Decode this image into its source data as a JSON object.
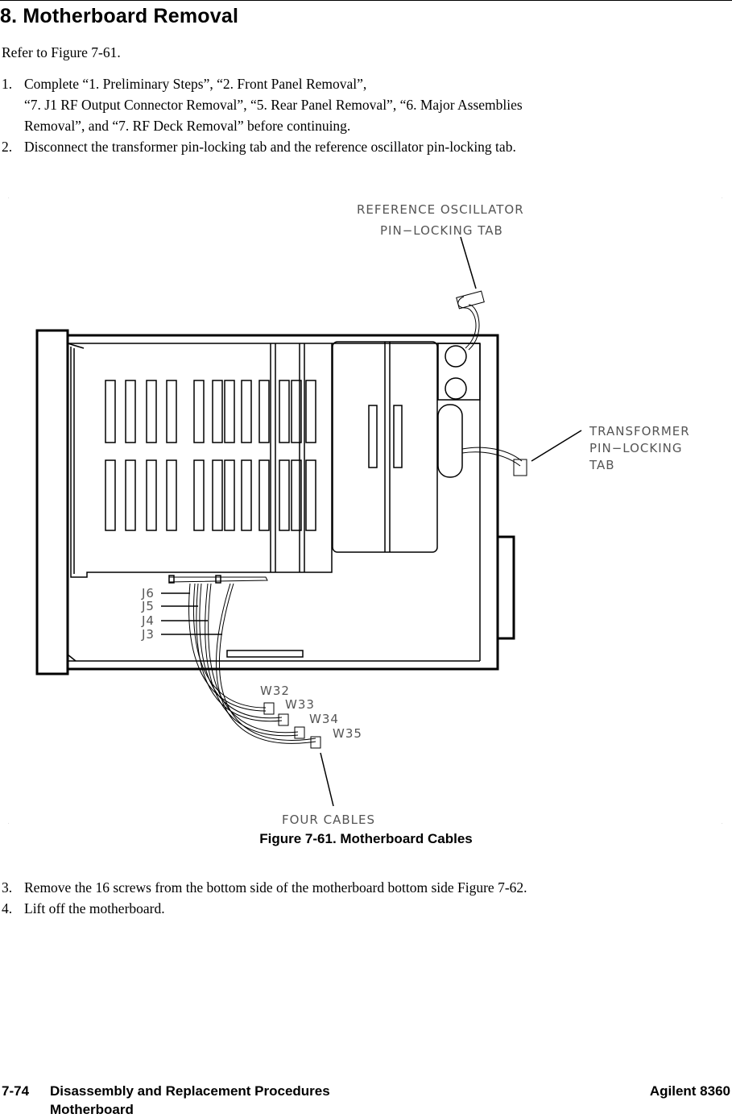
{
  "heading": "8. Motherboard Removal",
  "intro": "Refer to Figure 7-61.",
  "steps_before": [
    {
      "num": "1.",
      "lines": [
        "Complete “1. Preliminary Steps”, “2. Front Panel Removal”,",
        "“7. J1 RF Output Connector Removal”, “5. Rear Panel Removal”, “6. Major Assemblies",
        "Removal”, and “7. RF Deck Removal” before continuing."
      ]
    },
    {
      "num": "2.",
      "lines": [
        "Disconnect the transformer pin-locking tab and the reference oscillator pin-locking tab."
      ]
    }
  ],
  "figure": {
    "callouts": {
      "ref_osc_line1": "REFERENCE  OSCILLATOR",
      "ref_osc_line2": "PIN−LOCKING  TAB",
      "transformer_line1": "TRANSFORMER",
      "transformer_line2": "PIN−LOCKING",
      "transformer_line3": "TAB",
      "four_cables": "FOUR  CABLES"
    },
    "connectors": [
      "J6",
      "J5",
      "J4",
      "J3"
    ],
    "cables": [
      "W32",
      "W33",
      "W34",
      "W35"
    ],
    "caption": "Figure 7-61. Motherboard Cables"
  },
  "steps_after": [
    {
      "num": "3.",
      "lines": [
        "Remove the 16 screws from the bottom side of the motherboard bottom side Figure 7-62."
      ]
    },
    {
      "num": "4.",
      "lines": [
        "Lift off the motherboard."
      ]
    }
  ],
  "footer": {
    "page": "7-74",
    "chapter": "Disassembly and Replacement Procedures",
    "section": "Motherboard",
    "product": "Agilent 8360"
  }
}
